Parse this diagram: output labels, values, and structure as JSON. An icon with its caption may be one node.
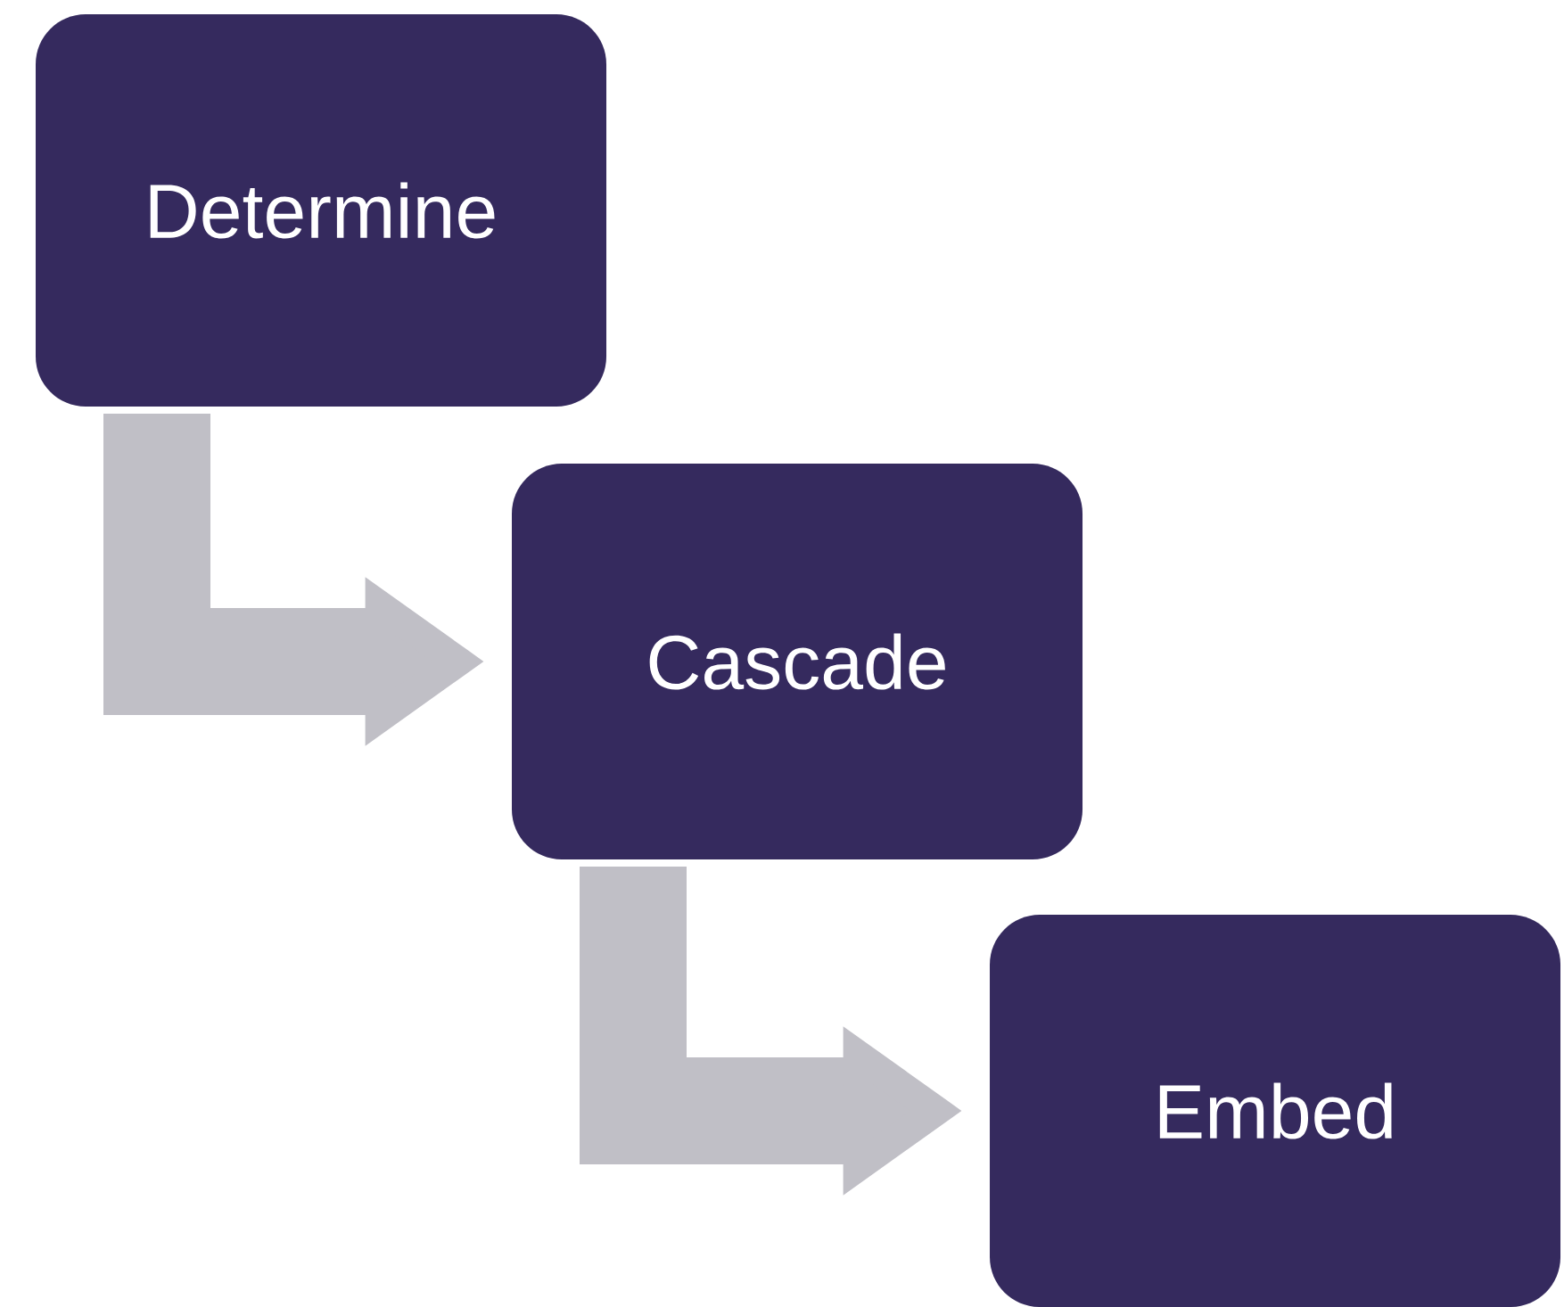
{
  "diagram": {
    "nodes": [
      {
        "text": [
          "Determine"
        ]
      },
      {
        "text": [
          "Cascade"
        ]
      },
      {
        "text": [
          "Embed"
        ]
      }
    ],
    "edges": [
      {
        "from": 0,
        "to": 1,
        "arrow": "to"
      },
      {
        "from": 1,
        "to": 2,
        "arrow": "to"
      }
    ]
  }
}
